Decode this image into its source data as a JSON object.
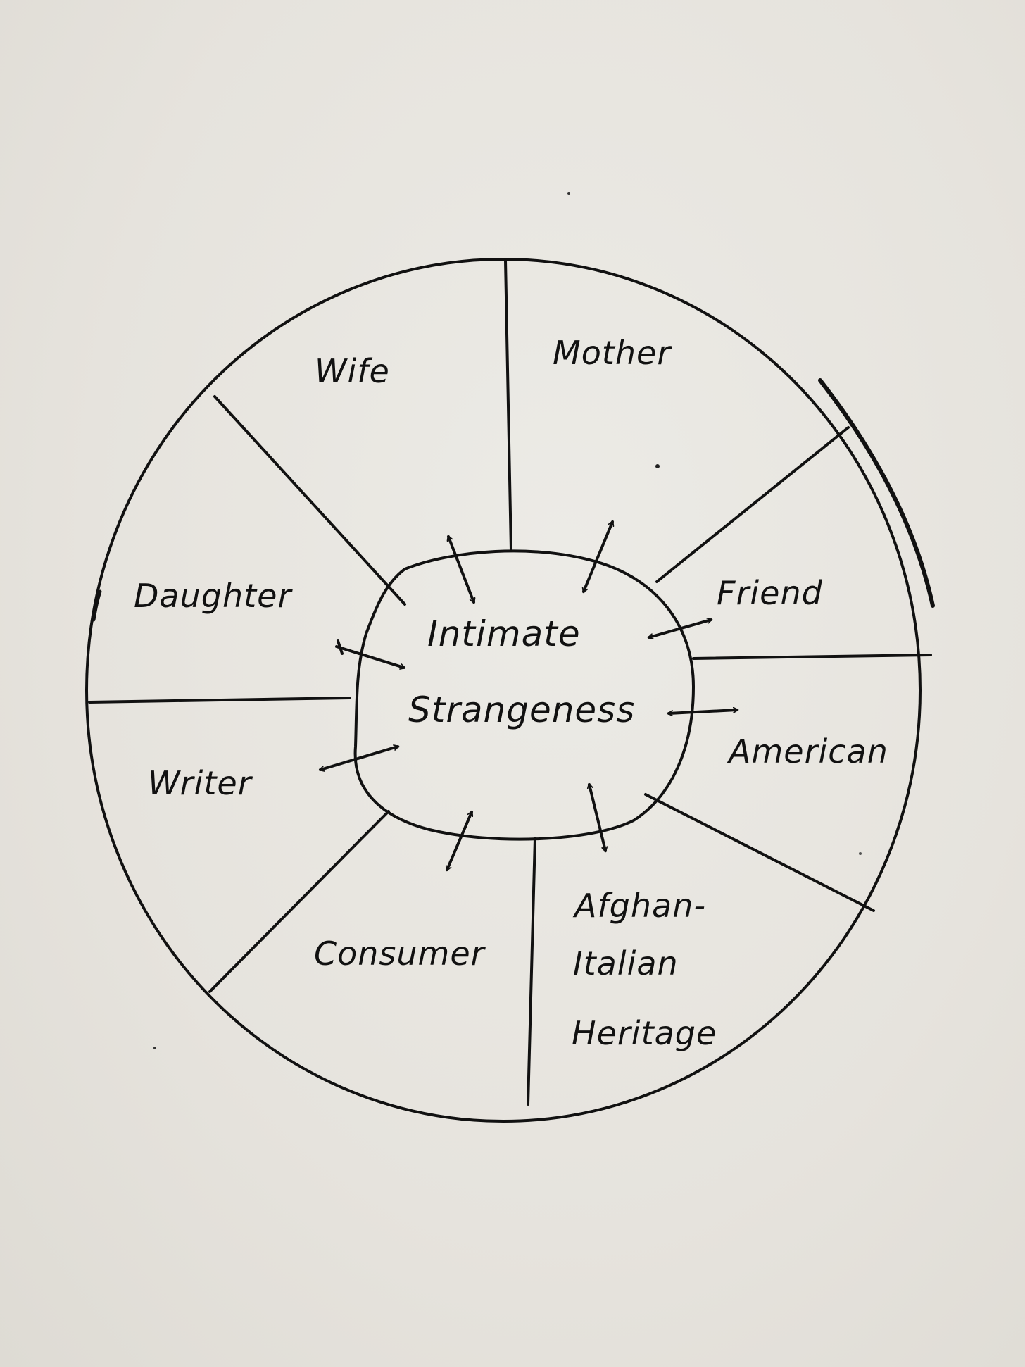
{
  "diagram": {
    "center": {
      "line1": "Intimate",
      "line2": "Strangeness"
    },
    "segments": [
      {
        "id": "wife",
        "label": "Wife"
      },
      {
        "id": "mother",
        "label": "Mother"
      },
      {
        "id": "friend",
        "label": "Friend"
      },
      {
        "id": "american",
        "label": "American"
      },
      {
        "id": "heritage",
        "lines": [
          "Afghan-",
          "Italian",
          "Heritage"
        ]
      },
      {
        "id": "consumer",
        "label": "Consumer"
      },
      {
        "id": "writer",
        "label": "Writer"
      },
      {
        "id": "daughter",
        "label": "Daughter"
      }
    ]
  }
}
